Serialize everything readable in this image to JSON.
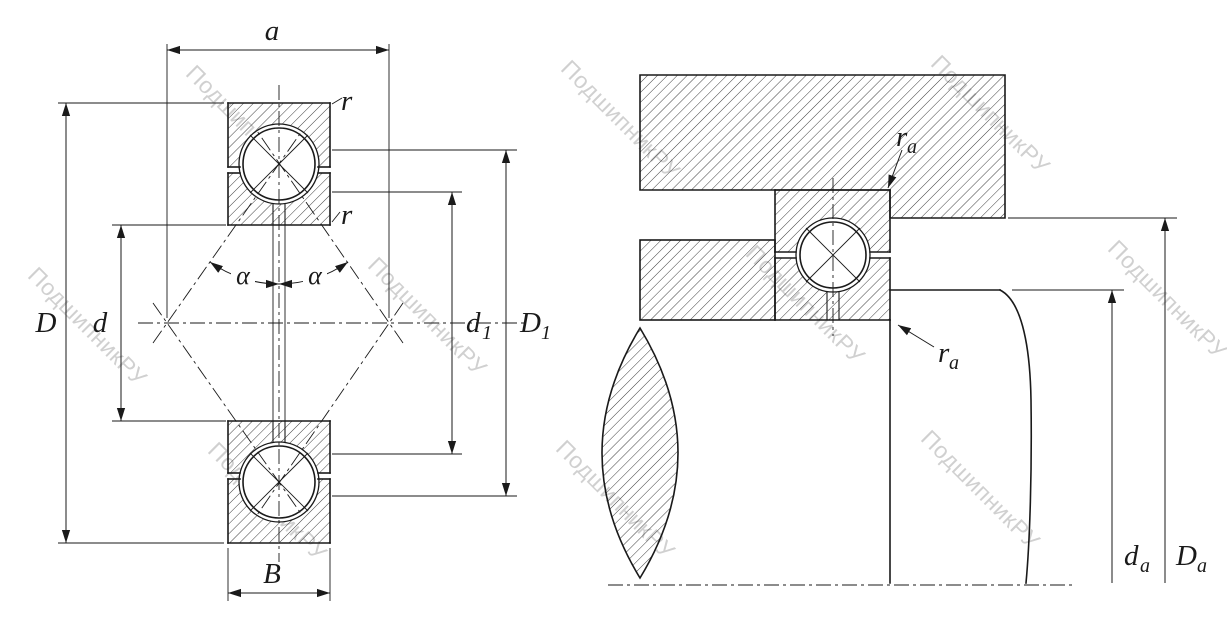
{
  "watermark": {
    "text": "ПодшипникРУ",
    "color": "#c8c8c8"
  },
  "drawing": {
    "line_color": "#1a1a1a",
    "background": "#ffffff"
  },
  "left_view": {
    "name": "four-point-bearing-cross-section",
    "labels": {
      "width_top": "a",
      "chamfer_top": "r",
      "chamfer_bottom": "r",
      "contact_angle_left": "α",
      "contact_angle_right": "α",
      "outer_diameter": "D",
      "bore_diameter": "d",
      "inner_shoulder": {
        "base": "d",
        "sub": "1"
      },
      "outer_shoulder": {
        "base": "D",
        "sub": "1"
      },
      "width_bottom": "B"
    }
  },
  "right_view": {
    "name": "mounting-abutment-view",
    "labels": {
      "fillet_top": {
        "base": "r",
        "sub": "a"
      },
      "fillet_bottom": {
        "base": "r",
        "sub": "a"
      },
      "shaft_abutment": {
        "base": "d",
        "sub": "a"
      },
      "housing_abutment": {
        "base": "D",
        "sub": "a"
      }
    }
  }
}
